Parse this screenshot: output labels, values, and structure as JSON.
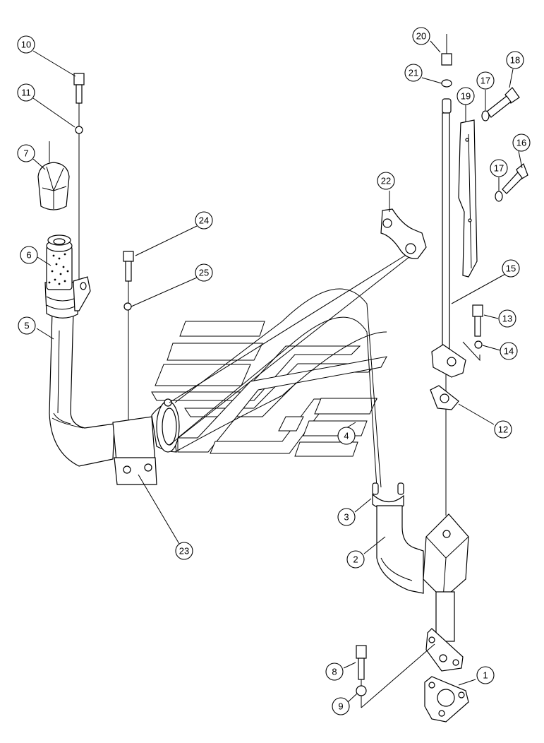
{
  "callouts": [
    {
      "id": "c1",
      "label": "1"
    },
    {
      "id": "c2",
      "label": "2"
    },
    {
      "id": "c3",
      "label": "3"
    },
    {
      "id": "c4",
      "label": "4"
    },
    {
      "id": "c5",
      "label": "5"
    },
    {
      "id": "c6",
      "label": "6"
    },
    {
      "id": "c7",
      "label": "7"
    },
    {
      "id": "c8",
      "label": "8"
    },
    {
      "id": "c9",
      "label": "9"
    },
    {
      "id": "c10",
      "label": "10"
    },
    {
      "id": "c11",
      "label": "11"
    },
    {
      "id": "c12",
      "label": "12"
    },
    {
      "id": "c13",
      "label": "13"
    },
    {
      "id": "c14",
      "label": "14"
    },
    {
      "id": "c15",
      "label": "15"
    },
    {
      "id": "c16",
      "label": "16"
    },
    {
      "id": "c17a",
      "label": "17"
    },
    {
      "id": "c17b",
      "label": "17"
    },
    {
      "id": "c18",
      "label": "18"
    },
    {
      "id": "c19",
      "label": "19"
    },
    {
      "id": "c20",
      "label": "20"
    },
    {
      "id": "c21",
      "label": "21"
    },
    {
      "id": "c22",
      "label": "22"
    },
    {
      "id": "c23",
      "label": "23"
    },
    {
      "id": "c24",
      "label": "24"
    },
    {
      "id": "c25",
      "label": "25"
    }
  ]
}
